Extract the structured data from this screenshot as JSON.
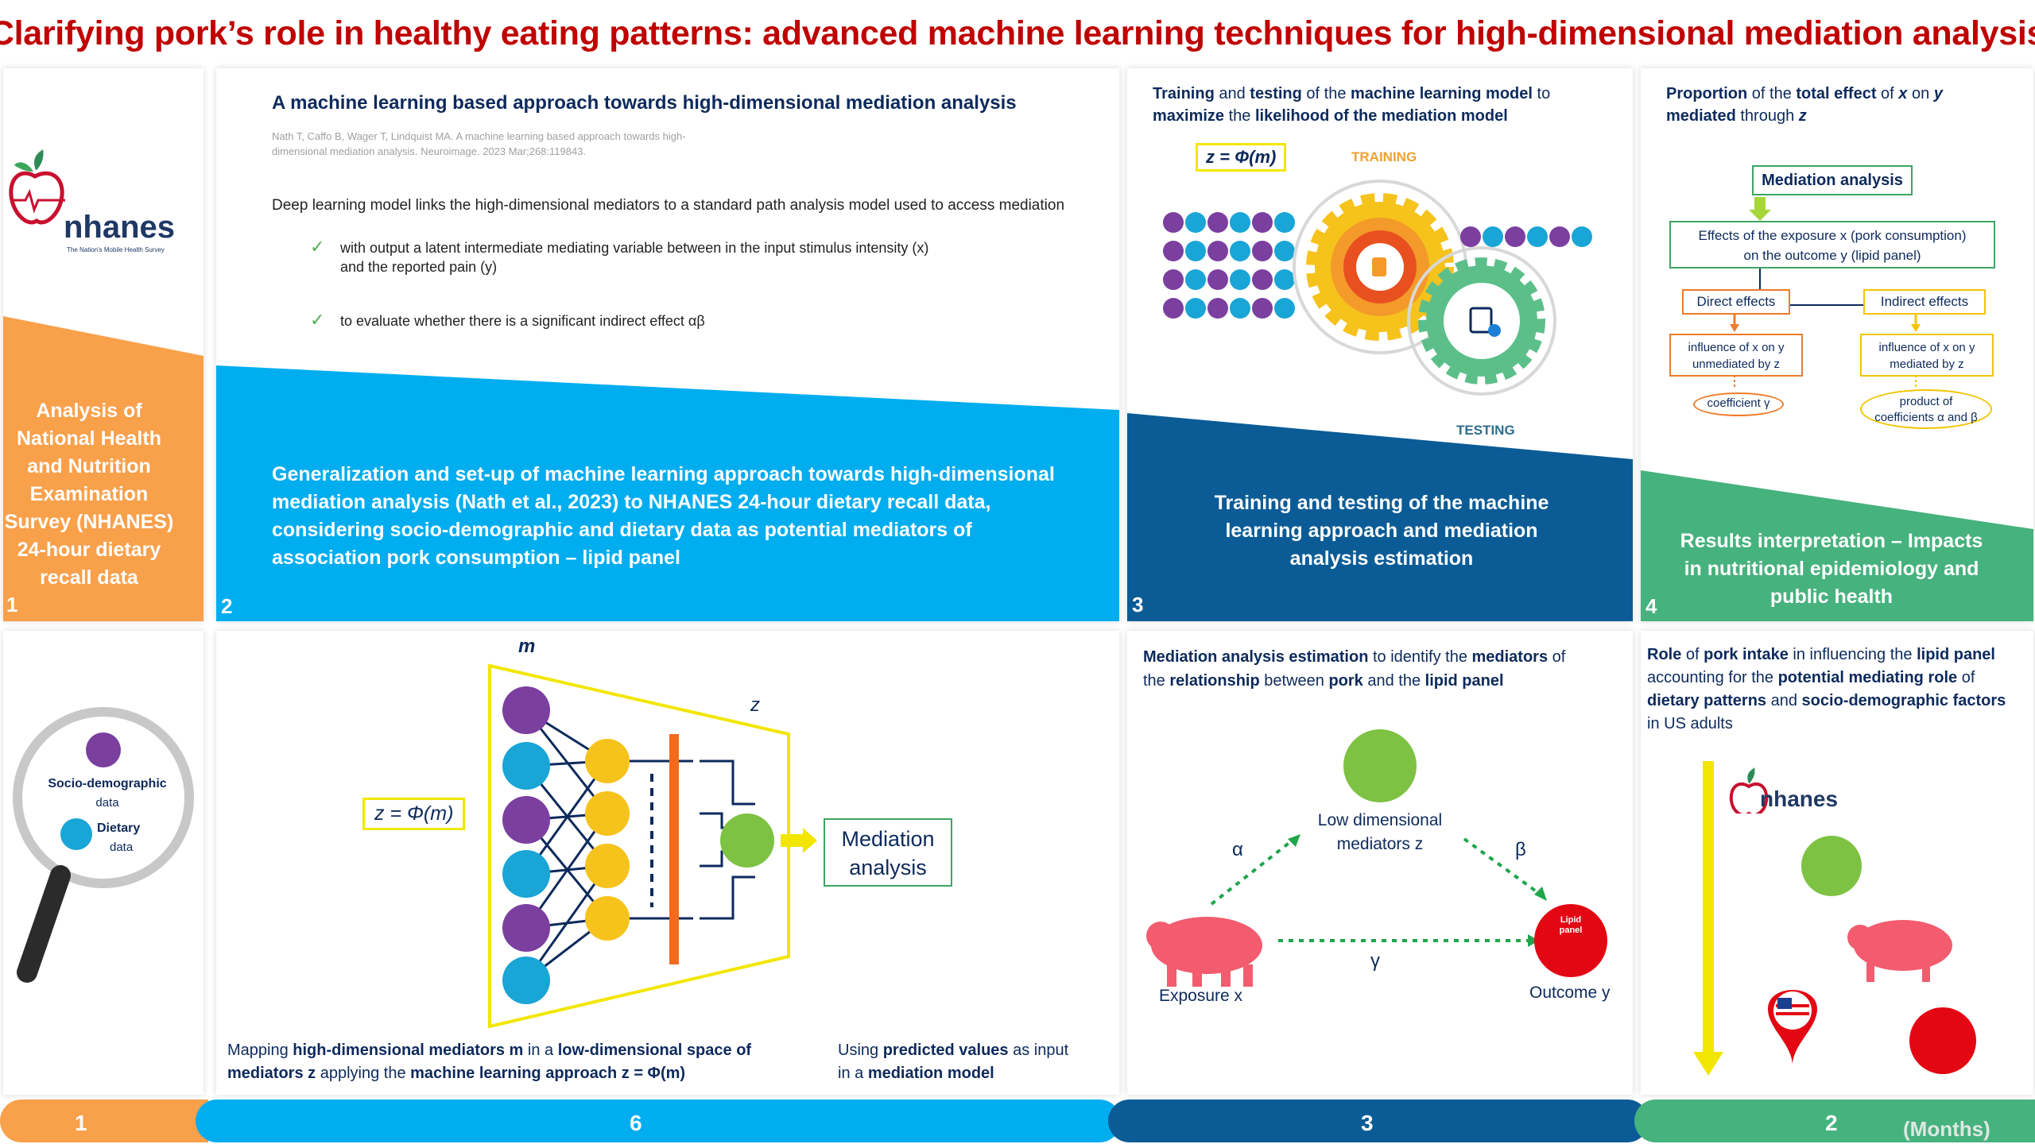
{
  "title": "Clarifying pork’s role in healthy eating patterns: advanced machine learning techniques for high-dimensional mediation analysis",
  "colors": {
    "orange": "#f9a04b",
    "blue": "#00adef",
    "navy": "#0b5c96",
    "green": "#46b27d",
    "title_red": "#c00000",
    "text_navy": "#0d2a5c"
  },
  "panel1": {
    "logo_word": "nhanes",
    "logo_sub": "The Nation's Mobile Health Survey",
    "band": [
      "Analysis of",
      "National Health",
      "and Nutrition",
      "Examination",
      "Survey (NHANES)",
      "24-hour dietary",
      "recall data"
    ],
    "num": "1",
    "magnifier": {
      "label1": "Socio-demographic",
      "label1b": "data",
      "label2": "Dietary",
      "label2b": "data"
    }
  },
  "panel2": {
    "heading": "A machine learning based approach towards high-dimensional mediation analysis",
    "citation1": "Nath T, Caffo B, Wager T, Lindquist MA. A machine learning based approach towards high-",
    "citation2": "dimensional mediation analysis. Neuroimage. 2023 Mar;268:119843.",
    "intro": "Deep learning model links the high-dimensional mediators to a standard path analysis model used to access mediation",
    "bullet1a": "with output a latent intermediate mediating variable between in the input stimulus intensity (x)",
    "bullet1b": "and the reported pain (y)",
    "bullet2": "to evaluate whether there is a significant indirect effect αβ",
    "band": [
      "Generalization and set-up of machine learning approach towards high-dimensional",
      "mediation analysis (Nath et al., 2023) to NHANES 24-hour dietary recall data,",
      "considering socio-demographic and dietary data as potential mediators of",
      "association pork consumption –  lipid panel"
    ],
    "num": "2",
    "diagram": {
      "m": "m",
      "z": "z",
      "formula": "z = Φ(m)",
      "ma1": "Mediation",
      "ma2": "analysis"
    },
    "caption_left_1a": "Mapping ",
    "caption_left_1b": "high-dimensional mediators m",
    "caption_left_1c": " in a ",
    "caption_left_1d": "low-dimensional space of",
    "caption_left_2a": "mediators z",
    "caption_left_2b": " applying the ",
    "caption_left_2c": "machine learning approach z = Φ(m)",
    "caption_right_1a": "Using ",
    "caption_right_1b": "predicted values",
    "caption_right_1c": " as input",
    "caption_right_2a": "in a ",
    "caption_right_2b": "mediation model"
  },
  "panel3": {
    "h1a": "Training",
    "h1b": " and ",
    "h1c": "testing",
    "h1d": " of the ",
    "h1e": "machine learning model",
    "h1f": " to",
    "h2a": "maximize",
    "h2b": " the ",
    "h2c": "likelihood of the mediation model",
    "formula": "z = Φ(m)",
    "training": "TRAINING",
    "testing": "TESTING",
    "band": [
      "Training and testing of the machine",
      "learning approach and mediation",
      "analysis estimation"
    ],
    "num": "3",
    "bottom_h1a": "Mediation analysis estimation",
    "bottom_h1b": " to identify the ",
    "bottom_h1c": "mediators",
    "bottom_h1d": " of",
    "bottom_h2a": "the ",
    "bottom_h2b": "relationship",
    "bottom_h2c": " between ",
    "bottom_h2d": "pork",
    "bottom_h2e": " and the ",
    "bottom_h2f": "lipid panel",
    "low1": "Low dimensional",
    "low2": "mediators z",
    "alpha": "α",
    "beta": "β",
    "gamma": "γ",
    "exposure": "Exposure x",
    "outcome": "Outcome y",
    "lipid1": "Lipid",
    "lipid2": "panel"
  },
  "panel4": {
    "h1a": "Proportion",
    "h1b": " of the ",
    "h1c": "total effect",
    "h1d": " of ",
    "h1e": "x",
    "h1f": " on ",
    "h1g": "y",
    "h2a": "mediated",
    "h2b": " through ",
    "h2c": "z",
    "ma": "Mediation analysis",
    "effects1": "Effects of the exposure x (pork consumption)",
    "effects2": "on the outcome y (lipid panel)",
    "direct": "Direct effects",
    "indirect": "Indirect effects",
    "inf_un1": "influence of x on y",
    "inf_un2": "unmediated by z",
    "inf_me1": "influence of x on y",
    "inf_me2": "mediated by z",
    "coef": "coefficient γ",
    "prod1": "product of",
    "prod2": "coefficients α and β",
    "band": [
      "Results interpretation – Impacts",
      "in nutritional epidemiology and",
      "public health"
    ],
    "num": "4",
    "bottom1a": "Role",
    "bottom1b": " of ",
    "bottom1c": "pork intake",
    "bottom1d": " in influencing the ",
    "bottom1e": "lipid panel",
    "bottom2a": "accounting for the ",
    "bottom2b": "potential mediating role",
    "bottom2c": " of",
    "bottom3a": "dietary patterns",
    "bottom3b": " and ",
    "bottom3c": "socio-demographic factors",
    "bottom4": "in US adults",
    "logo_word": "nhanes"
  },
  "timeline": {
    "seg1": "1",
    "seg2": "6",
    "seg3": "3",
    "seg4": "2",
    "unit": "(Months)"
  }
}
